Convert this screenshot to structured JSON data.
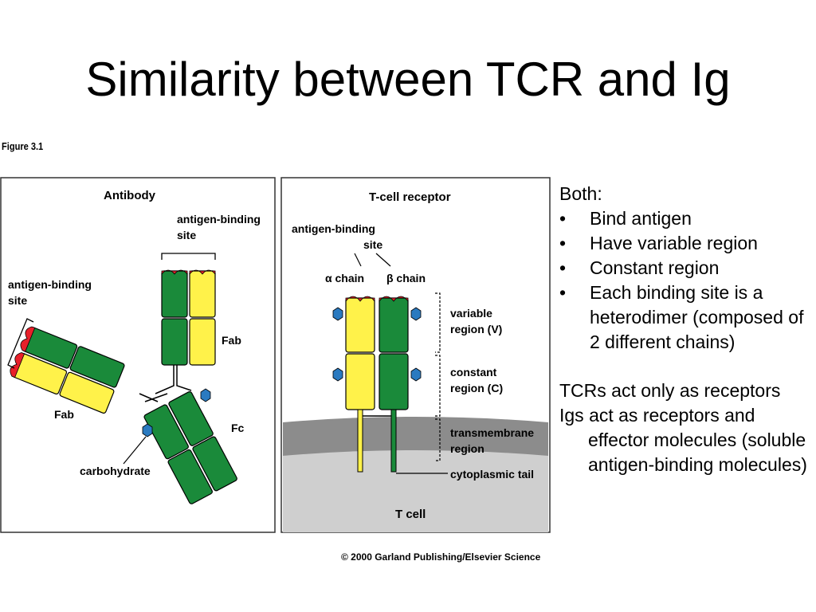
{
  "slide": {
    "title": "Similarity between TCR and Ig",
    "figure_label": "Figure 3.1",
    "copyright": "© 2000 Garland Publishing/Elsevier Science"
  },
  "diagram": {
    "antibody": {
      "title": "Antibody",
      "antigen_binding_site_top_1": "antigen-binding",
      "antigen_binding_site_top_2": "site",
      "antigen_binding_site_left_1": "antigen-binding",
      "antigen_binding_site_left_2": "site",
      "fab_right": "Fab",
      "fab_left": "Fab",
      "fc": "Fc",
      "carbohydrate": "carbohydrate"
    },
    "tcr": {
      "title": "T-cell receptor",
      "antigen_binding_site_1": "antigen-binding",
      "antigen_binding_site_2": "site",
      "alpha_chain": "α chain",
      "beta_chain": "β chain",
      "variable_region_1": "variable",
      "variable_region_2": "region (V)",
      "constant_region_1": "constant",
      "constant_region_2": "region (C)",
      "transmembrane_1": "transmembrane",
      "transmembrane_2": "region",
      "cytoplasmic_tail": "cytoplasmic tail",
      "t_cell": "T cell"
    },
    "colors": {
      "green": "#1a8a3a",
      "yellow": "#fff24a",
      "red": "#e8202a",
      "blue": "#2a7ac0",
      "membrane": "#8c8c8c",
      "cytoplasm": "#cfcfcf"
    }
  },
  "text": {
    "both": "Both:",
    "bullet_symbol": "•",
    "bullets": [
      "Bind antigen",
      "Have variable region",
      "Constant region",
      "Each binding site is a heterodimer (composed of 2 different chains)"
    ],
    "tcr_note": "TCRs act only as receptors",
    "ig_note": "Igs act as receptors and effector molecules (soluble antigen-binding molecules)"
  }
}
